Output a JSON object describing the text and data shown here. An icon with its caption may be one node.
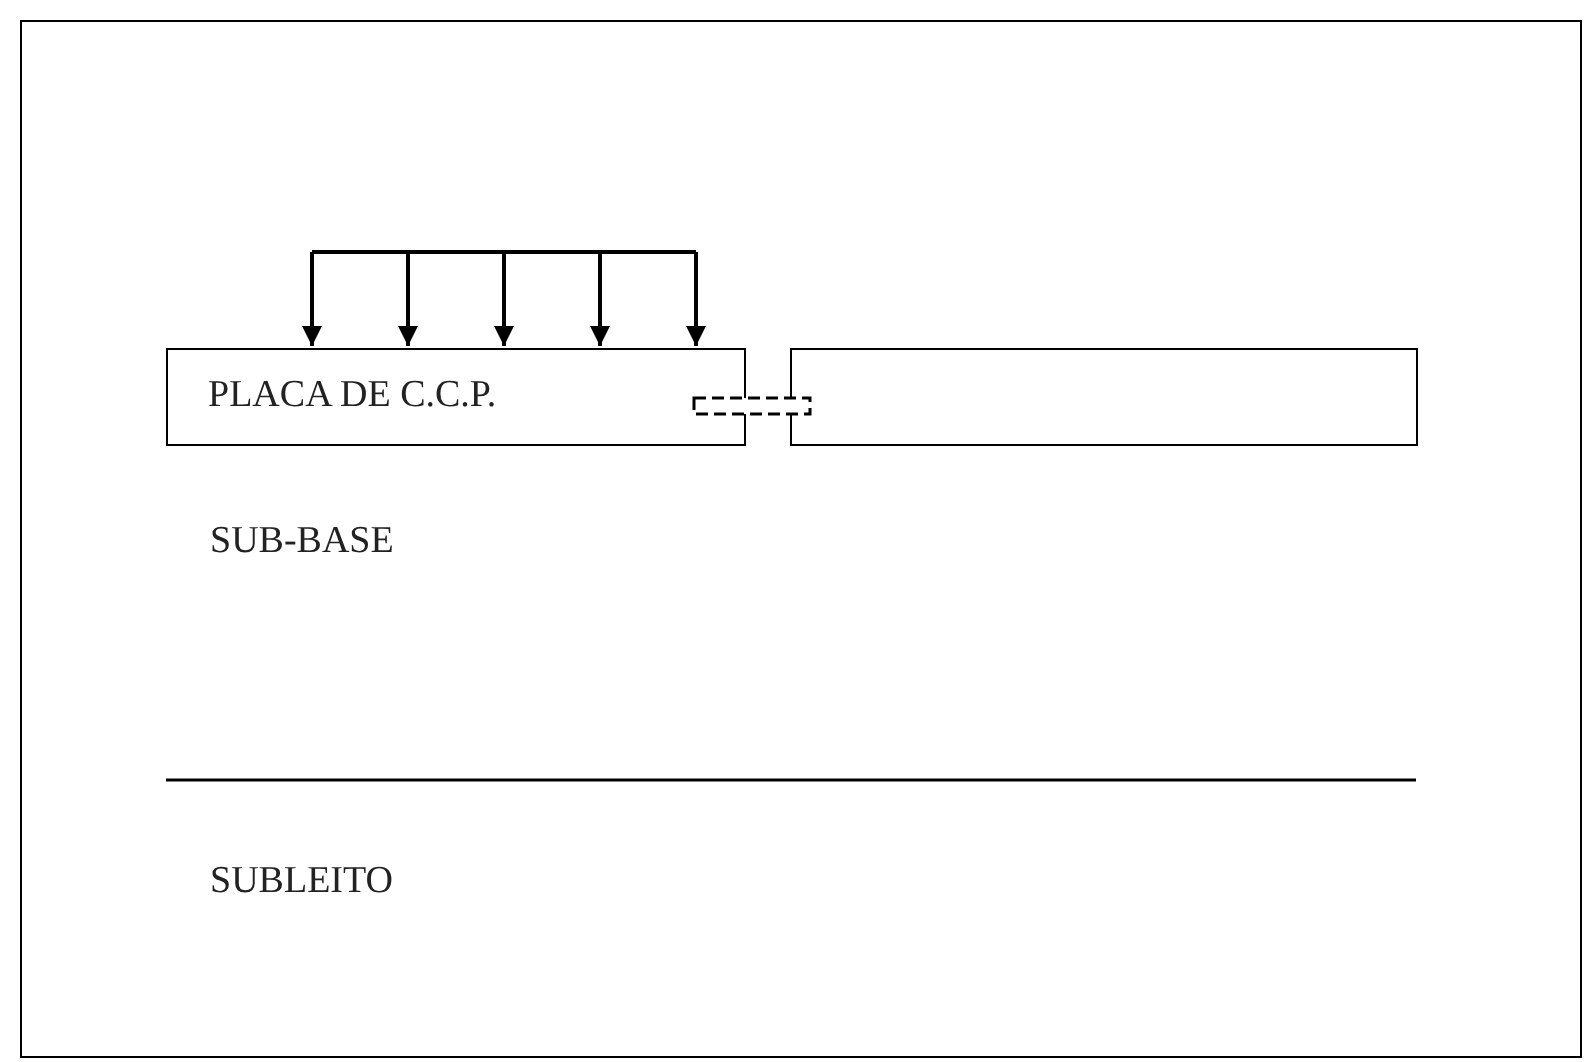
{
  "diagram": {
    "nodes": [
      {
        "text": [
          "PLACA DE C.C.P."
        ]
      },
      {
        "text": [],
        "shape": "box"
      }
    ],
    "labels": [
      "SUB-BASE",
      "SUBLEITO"
    ]
  }
}
